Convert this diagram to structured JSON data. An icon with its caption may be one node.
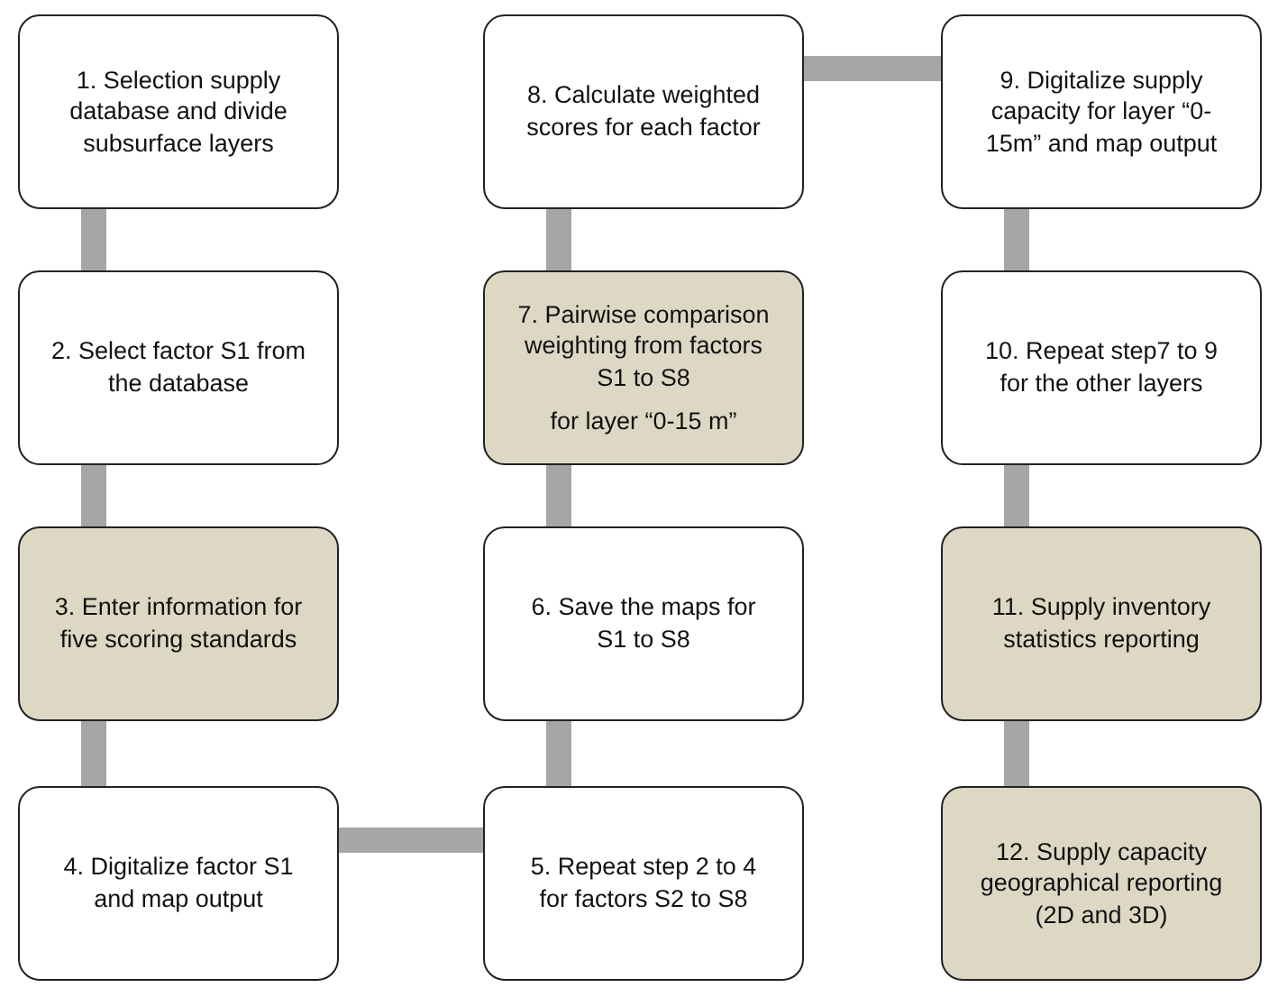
{
  "diagram": {
    "nodes": [
      {
        "text": [
          "1. Selection supply database and divide subsurface layers"
        ]
      },
      {
        "text": [
          "2. Select factor S1 from the database"
        ]
      },
      {
        "text": [
          "3. Enter information for five scoring standards"
        ]
      },
      {
        "text": [
          "4. Digitalize factor S1 and map output"
        ]
      },
      {
        "text": [
          "5. Repeat step 2 to 4 for factors S2 to S8"
        ]
      },
      {
        "text": [
          "6. Save the maps for S1 to S8"
        ]
      },
      {
        "text": [
          "7. Pairwise comparison weighting from factors S1 to S8",
          "for layer “0-15 m”"
        ]
      },
      {
        "text": [
          "8. Calculate weighted scores for each factor"
        ]
      },
      {
        "text": [
          "9. Digitalize supply capacity for layer “0-15m” and map output"
        ]
      },
      {
        "text": [
          "10. Repeat step7 to 9 for the other layers"
        ]
      },
      {
        "text": [
          "11. Supply inventory statistics reporting"
        ]
      },
      {
        "text": [
          "12. Supply capacity geographical reporting (2D and 3D)"
        ]
      }
    ],
    "edges": [
      {
        "from": 0,
        "to": 1,
        "arrow": "none"
      },
      {
        "from": 1,
        "to": 2,
        "arrow": "none"
      },
      {
        "from": 2,
        "to": 3,
        "arrow": "none"
      },
      {
        "from": 3,
        "to": 4,
        "arrow": "none"
      },
      {
        "from": 4,
        "to": 5,
        "arrow": "none"
      },
      {
        "from": 5,
        "to": 6,
        "arrow": "none"
      },
      {
        "from": 6,
        "to": 7,
        "arrow": "none"
      },
      {
        "from": 7,
        "to": 8,
        "arrow": "none"
      },
      {
        "from": 8,
        "to": 9,
        "arrow": "none"
      },
      {
        "from": 9,
        "to": 10,
        "arrow": "none"
      },
      {
        "from": 10,
        "to": 11,
        "arrow": "none"
      }
    ]
  }
}
